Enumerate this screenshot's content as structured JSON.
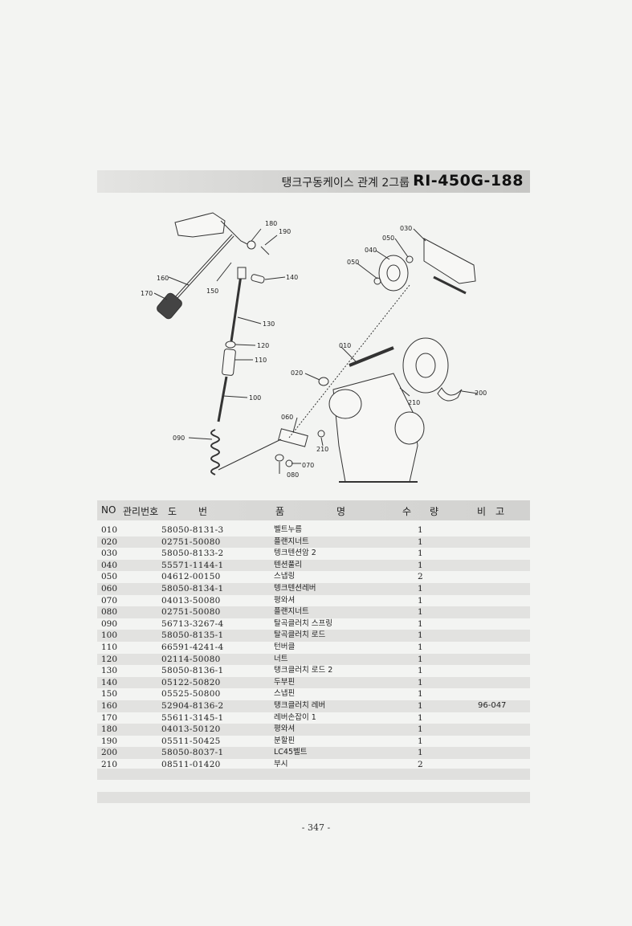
{
  "header": {
    "title_korean": "탱크구동케이스 관계 2그룹",
    "model": "RI-450G-188"
  },
  "diagram": {
    "callouts": [
      "180",
      "190",
      "160",
      "170",
      "150",
      "140",
      "130",
      "120",
      "110",
      "100",
      "090",
      "030",
      "050",
      "040",
      "050",
      "010",
      "020",
      "210",
      "200",
      "060",
      "210",
      "070",
      "080"
    ]
  },
  "table": {
    "headers": {
      "no": "NO",
      "mgmt": "관리번호",
      "drawing": "도",
      "drawing2": "번",
      "name": "품",
      "name2": "명",
      "qty": "수",
      "qty2": "량",
      "remarks": "비",
      "remarks2": "고"
    },
    "rows": [
      {
        "no": "010",
        "part": "58050-8131-3",
        "name": "벨트누름",
        "qty": "1",
        "remarks": ""
      },
      {
        "no": "020",
        "part": "02751-50080",
        "name": "플랜지너트",
        "qty": "1",
        "remarks": ""
      },
      {
        "no": "030",
        "part": "58050-8133-2",
        "name": "텡크텐션암 2",
        "qty": "1",
        "remarks": ""
      },
      {
        "no": "040",
        "part": "55571-1144-1",
        "name": "텐션풀리",
        "qty": "1",
        "remarks": ""
      },
      {
        "no": "050",
        "part": "04612-00150",
        "name": "스냅링",
        "qty": "2",
        "remarks": ""
      },
      {
        "no": "060",
        "part": "58050-8134-1",
        "name": "텡크텐션레버",
        "qty": "1",
        "remarks": ""
      },
      {
        "no": "070",
        "part": "04013-50080",
        "name": "평와셔",
        "qty": "1",
        "remarks": ""
      },
      {
        "no": "080",
        "part": "02751-50080",
        "name": "플랜지너트",
        "qty": "1",
        "remarks": ""
      },
      {
        "no": "090",
        "part": "56713-3267-4",
        "name": "탈곡클러치 스프링",
        "qty": "1",
        "remarks": ""
      },
      {
        "no": "100",
        "part": "58050-8135-1",
        "name": "탈곡클러치 로드",
        "qty": "1",
        "remarks": ""
      },
      {
        "no": "110",
        "part": "66591-4241-4",
        "name": "턴버클",
        "qty": "1",
        "remarks": ""
      },
      {
        "no": "120",
        "part": "02114-50080",
        "name": "너트",
        "qty": "1",
        "remarks": ""
      },
      {
        "no": "130",
        "part": "58050-8136-1",
        "name": "탱크클러치 로드 2",
        "qty": "1",
        "remarks": ""
      },
      {
        "no": "140",
        "part": "05122-50820",
        "name": "두부핀",
        "qty": "1",
        "remarks": ""
      },
      {
        "no": "150",
        "part": "05525-50800",
        "name": "스냅핀",
        "qty": "1",
        "remarks": ""
      },
      {
        "no": "160",
        "part": "52904-8136-2",
        "name": "탱크클러치 레버",
        "qty": "1",
        "remarks": "96-047"
      },
      {
        "no": "170",
        "part": "55611-3145-1",
        "name": "레버손잡이 1",
        "qty": "1",
        "remarks": ""
      },
      {
        "no": "180",
        "part": "04013-50120",
        "name": "평와셔",
        "qty": "1",
        "remarks": ""
      },
      {
        "no": "190",
        "part": "05511-50425",
        "name": "분할핀",
        "qty": "1",
        "remarks": ""
      },
      {
        "no": "200",
        "part": "58050-8037-1",
        "name": "LC45벨트",
        "qty": "1",
        "remarks": ""
      },
      {
        "no": "210",
        "part": "08511-01420",
        "name": "부시",
        "qty": "2",
        "remarks": ""
      }
    ]
  },
  "footer": {
    "page_number": "- 347 -"
  }
}
